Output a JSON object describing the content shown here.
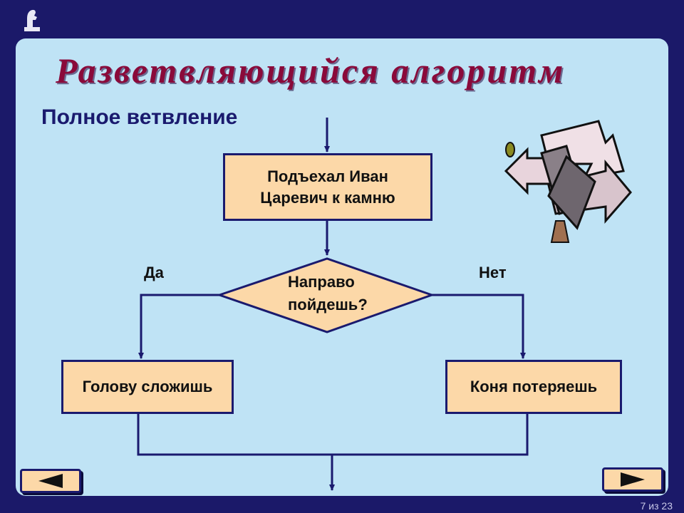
{
  "slide": {
    "title": "Разветвляющийся алгоритм",
    "subtitle": "Полное ветвление",
    "page_counter": "7 из 23"
  },
  "flowchart": {
    "start_box": "Подъехал Иван\nЦаревич к камню",
    "decision": "Направо\nпойдешь?",
    "yes_label": "Да",
    "no_label": "Нет",
    "yes_box": "Голову сложишь",
    "no_box": "Коня потеряешь"
  },
  "navigation": {
    "prev_icon": "triangle-left-icon",
    "next_icon": "triangle-right-icon"
  },
  "colors": {
    "background": "#1b1969",
    "panel": "#bfe3f5",
    "box_fill": "#fcd8a8",
    "line": "#1a1a6e",
    "title": "#8a0a3a"
  }
}
